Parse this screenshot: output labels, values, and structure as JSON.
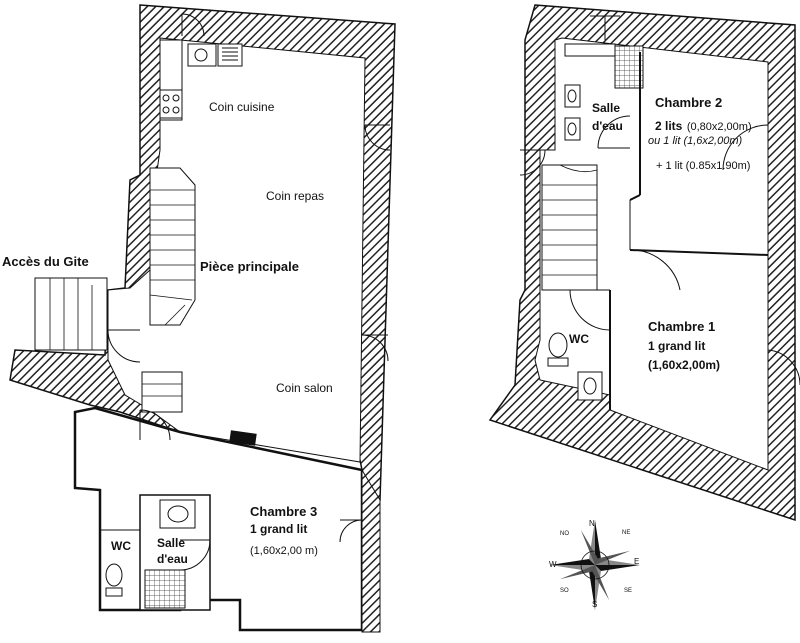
{
  "ground_floor": {
    "access_label": "Accès du Gite",
    "kitchen_label": "Coin cuisine",
    "dining_label": "Coin repas",
    "main_room_label": "Pièce principale",
    "living_label": "Coin salon",
    "bedroom3": {
      "title": "Chambre 3",
      "bed": "1 grand lit",
      "size": "(1,60x2,00 m)"
    },
    "wc_label": "WC",
    "bathroom_label_line1": "Salle",
    "bathroom_label_line2": "d'eau"
  },
  "upper_floor": {
    "bathroom_label_line1": "Salle",
    "bathroom_label_line2": "d'eau",
    "bedroom2": {
      "title": "Chambre 2",
      "beds_prefix": "2 lits",
      "beds_size": "(0,80x2,00m)",
      "alt_bed": "ou 1 lit (1,6x2,00m)",
      "extra_bed": "+ 1 lit (0.85x1.90m)"
    },
    "wc_label": "WC",
    "bedroom1": {
      "title": "Chambre 1",
      "bed": "1 grand lit",
      "size": "(1,60x2,00m)"
    }
  },
  "compass": {
    "north": "N",
    "east": "E",
    "south": "S",
    "west": "W",
    "ne": "NE",
    "se": "SE",
    "sw": "SO",
    "nw": "NO"
  },
  "colors": {
    "wall_hatch": "#222222",
    "line": "#111111",
    "background": "#ffffff"
  }
}
